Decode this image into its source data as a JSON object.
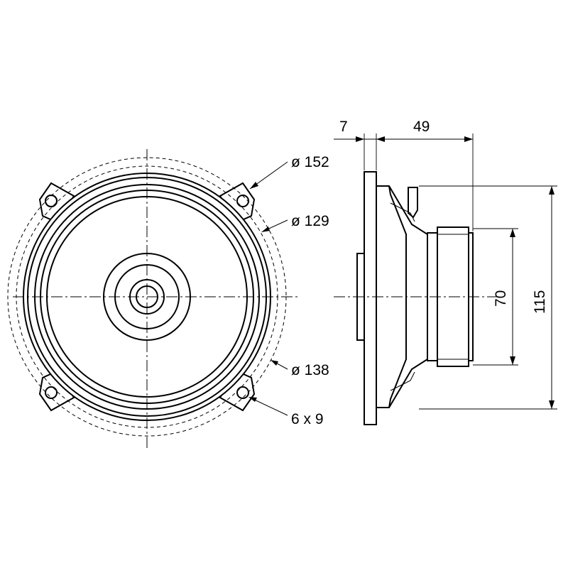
{
  "dimensions": {
    "outer_diameter": "ø 152",
    "cone_diameter": "ø 129",
    "bolt_circle": "ø 138",
    "mounting_holes": "6 x 9",
    "flange_thickness": "7",
    "mounting_depth": "49",
    "magnet_diameter": "70",
    "frame_height": "115"
  }
}
